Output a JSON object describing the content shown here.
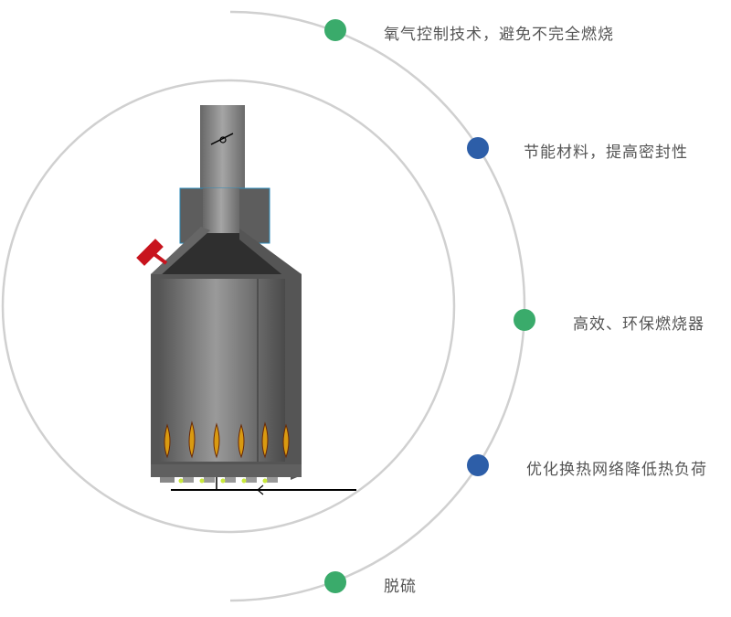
{
  "features": [
    {
      "text": "氧气控制技术，避免不完全燃烧",
      "color": "#3aab6b"
    },
    {
      "text": "节能材料，提高密封性",
      "color": "#2d5ea8"
    },
    {
      "text": "高效、环保燃烧器",
      "color": "#3aab6b"
    },
    {
      "text": "优化换热网络降低热负荷",
      "color": "#2d5ea8"
    },
    {
      "text": "脱硫",
      "color": "#3aab6b"
    }
  ]
}
